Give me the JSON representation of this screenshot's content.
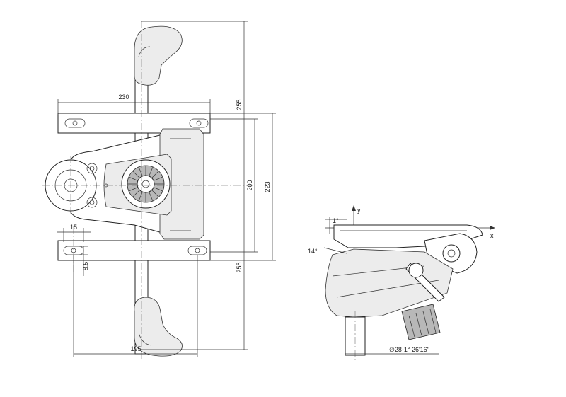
{
  "dimensions": {
    "top_width": "230",
    "upper_height": "255",
    "center_height": "200",
    "overall_height": "223",
    "lower_height": "255",
    "hole_offset": "15",
    "slot_width": "8.5",
    "bottom_width": "195"
  },
  "side_view": {
    "axis_y": "y",
    "axis_x": "x",
    "angle_small": "1°",
    "angle_tilt": "14°",
    "taper": "∅28-1° 26'16\""
  }
}
